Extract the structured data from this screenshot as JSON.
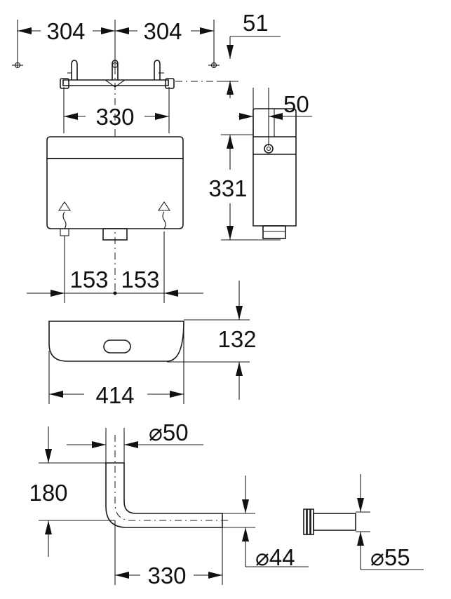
{
  "dimensions": {
    "bracket_left_spacing": "304",
    "bracket_right_spacing": "304",
    "bracket_offset": "51",
    "bracket_width": "330",
    "cistern_depth": "50",
    "cistern_height": "331",
    "inlet_left": "153",
    "inlet_right": "153",
    "lid_height": "132",
    "lid_width": "414",
    "pipe_diameter": "⌀50",
    "pipe_height": "180",
    "pipe_length": "330",
    "pipe_outlet_diameter": "⌀44",
    "connector_diameter": "⌀55"
  },
  "colors": {
    "line": "#1a1a1a",
    "background": "#ffffff"
  }
}
